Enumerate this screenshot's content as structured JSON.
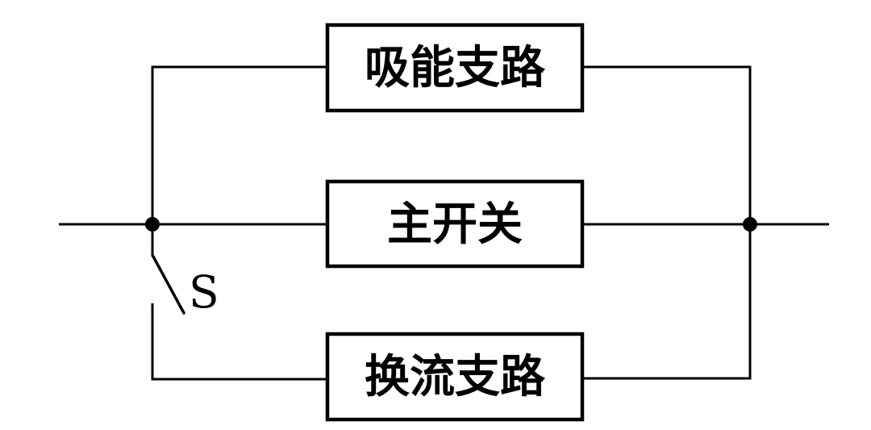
{
  "figure": {
    "kind": "circuit-block-diagram",
    "colors": {
      "ink": "#000000",
      "background": "#ffffff"
    },
    "branches": {
      "top_label": "吸能支路",
      "middle_label": "主开关",
      "bottom_label": "换流支路"
    },
    "switch": {
      "label": "S"
    }
  }
}
